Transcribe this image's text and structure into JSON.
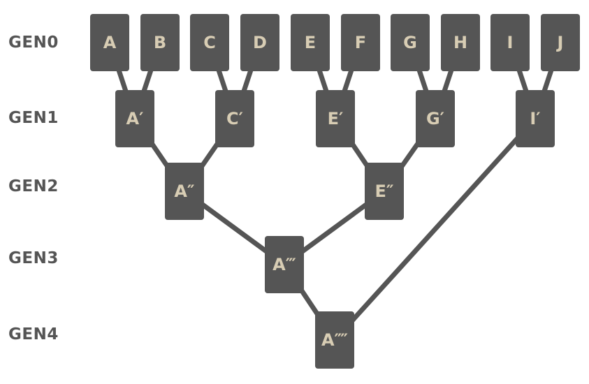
{
  "colors": {
    "node_fill": "#555555",
    "node_text": "#d8cdb4",
    "edge": "#555555",
    "label": "#555555"
  },
  "generations": [
    {
      "label": "GEN0",
      "nodes": [
        "A",
        "B",
        "C",
        "D",
        "E",
        "F",
        "G",
        "H",
        "I",
        "J"
      ]
    },
    {
      "label": "GEN1",
      "nodes": [
        "A′",
        "C′",
        "E′",
        "G′",
        "I′"
      ]
    },
    {
      "label": "GEN2",
      "nodes": [
        "A″",
        "E″"
      ]
    },
    {
      "label": "GEN3",
      "nodes": [
        "A‴"
      ]
    },
    {
      "label": "GEN4",
      "nodes": [
        "A⁗"
      ]
    }
  ]
}
